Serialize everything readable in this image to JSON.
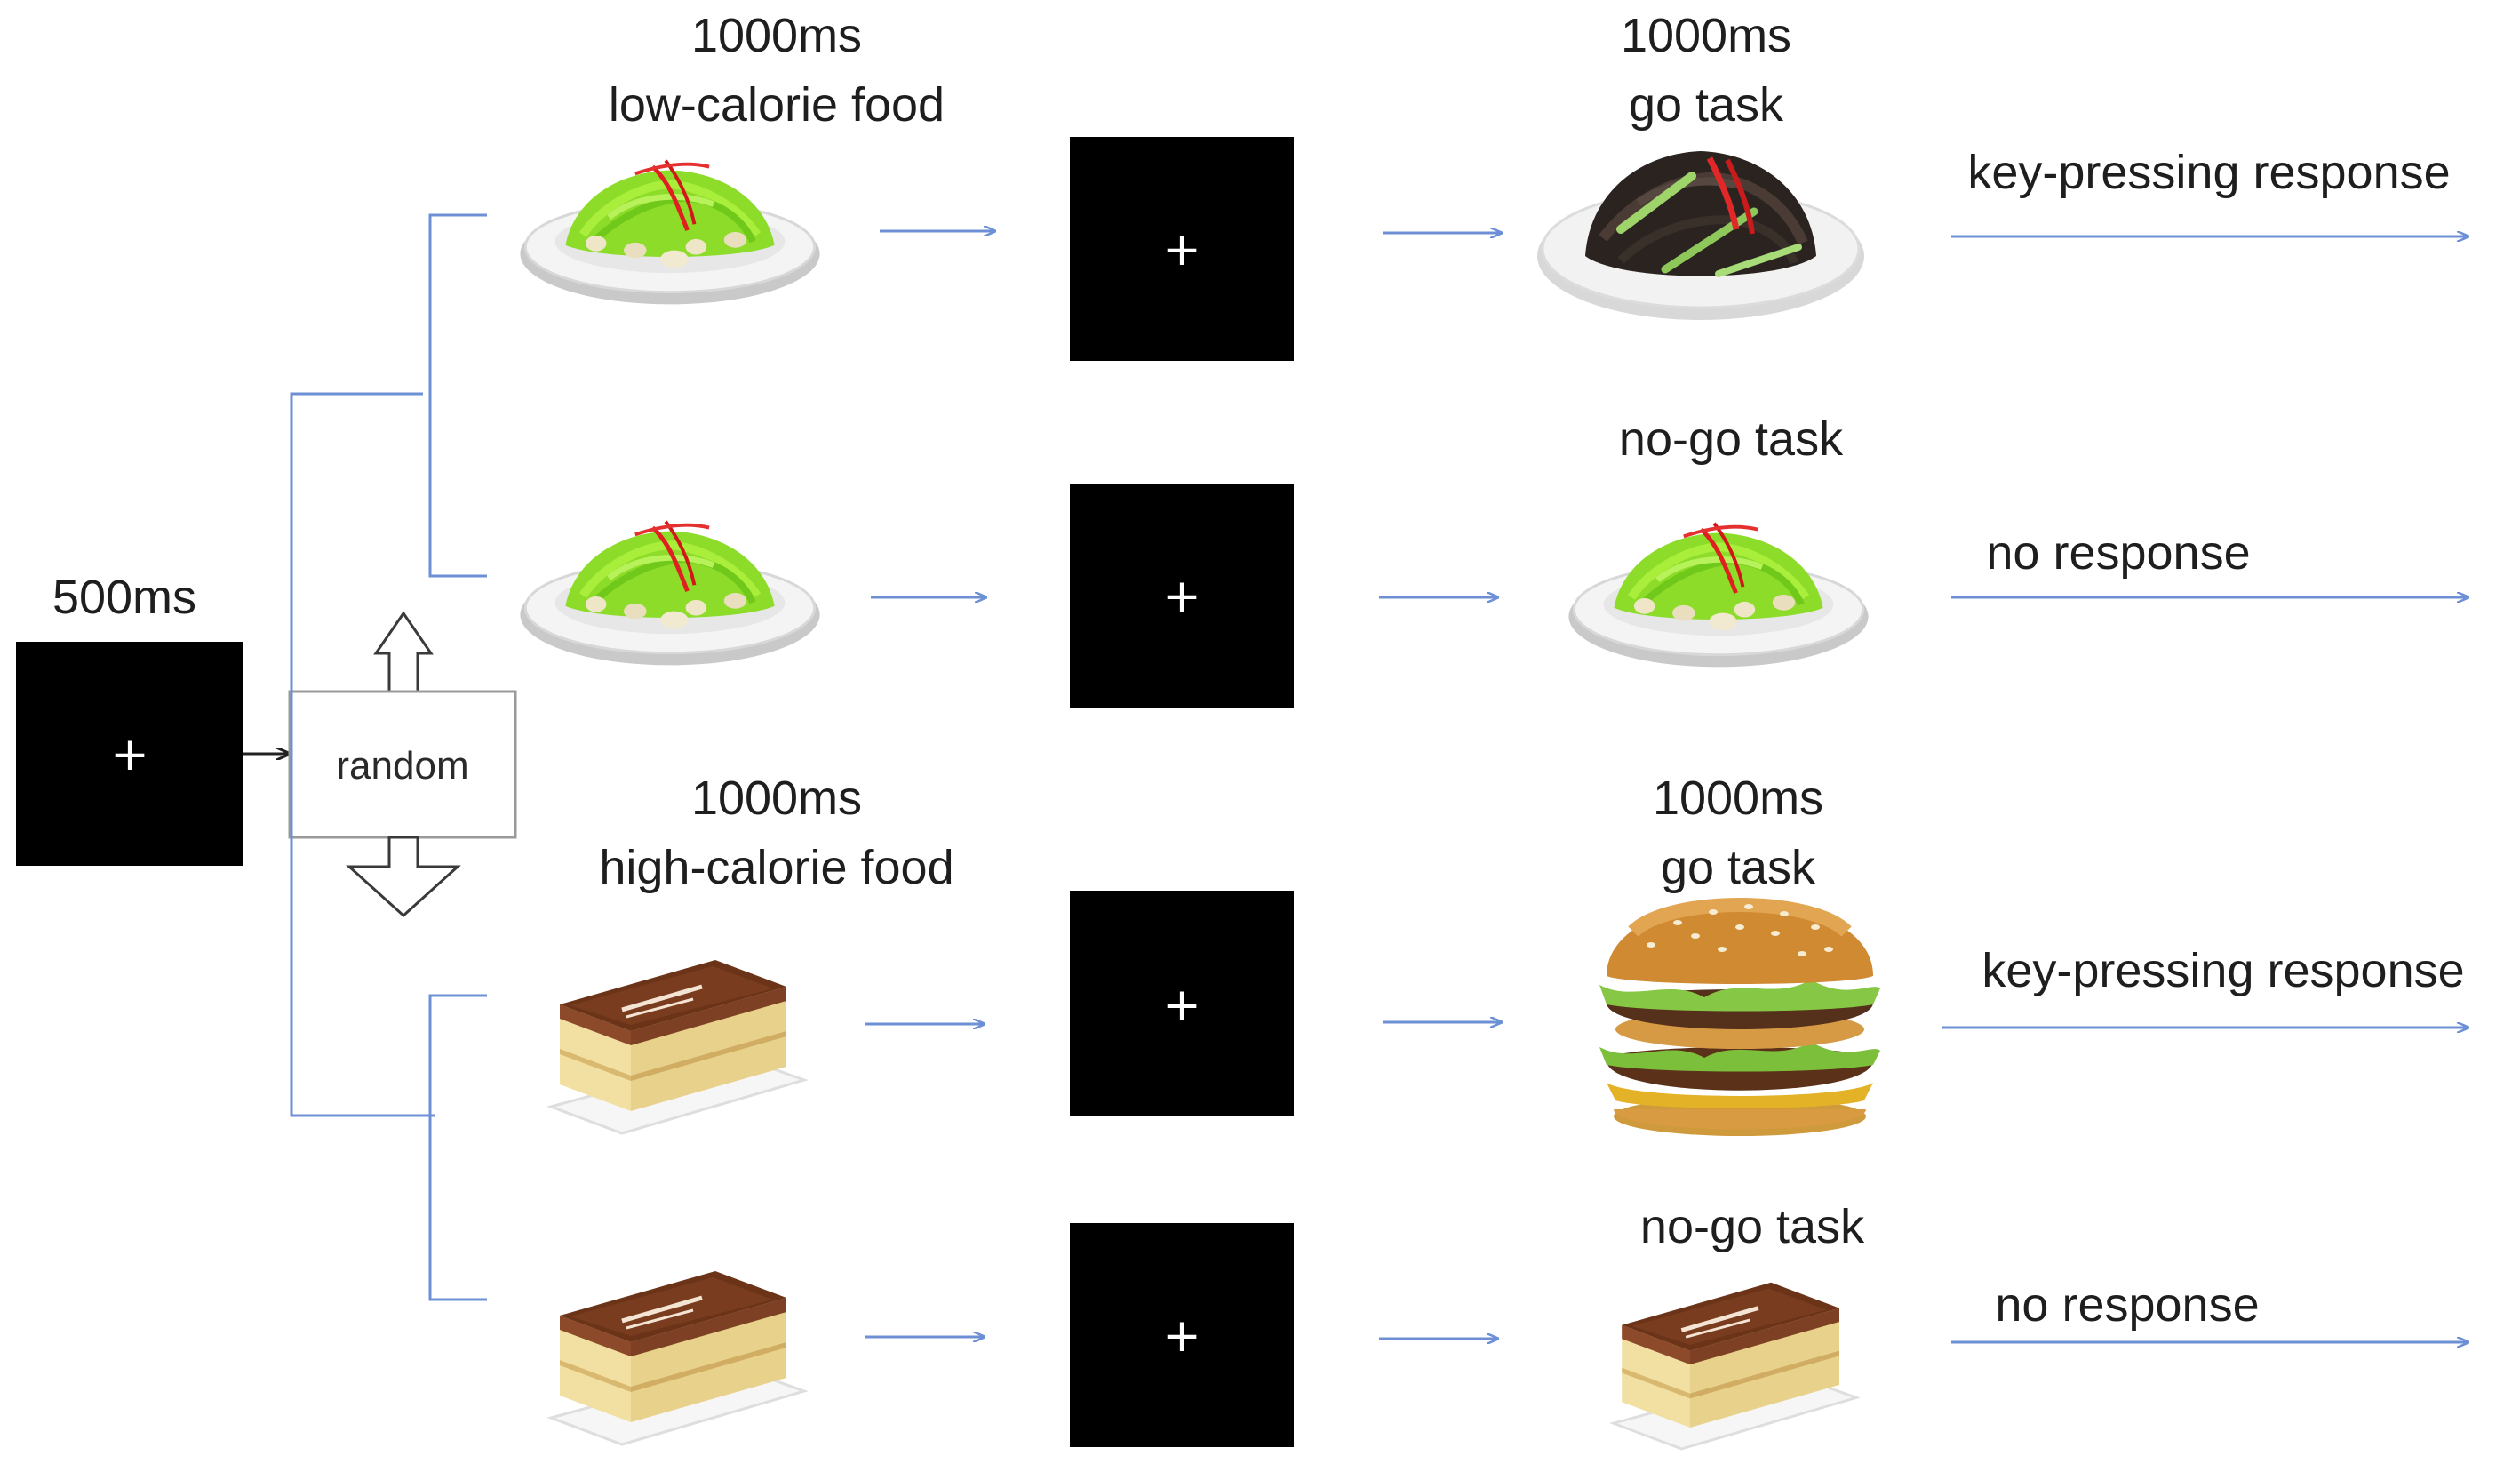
{
  "fixation": {
    "duration": "500ms",
    "symbol": "+"
  },
  "random_label": "random",
  "low_calorie_header": {
    "duration": "1000ms",
    "label": "low-calorie food"
  },
  "high_calorie_header": {
    "duration": "1000ms",
    "label": "high-calorie food"
  },
  "rows": [
    {
      "task_duration": "1000ms",
      "task": "go task",
      "response": "key-pressing response",
      "cue_food": "vegetable salad",
      "target_food": "fungus salad"
    },
    {
      "task_duration": "",
      "task": "no-go task",
      "response": "no response",
      "cue_food": "vegetable salad",
      "target_food": "vegetable salad"
    },
    {
      "task_duration": "1000ms",
      "task": "go task",
      "response": "key-pressing response",
      "cue_food": "tiramisu cake",
      "target_food": "hamburger"
    },
    {
      "task_duration": "",
      "task": "no-go task",
      "response": "no response",
      "cue_food": "tiramisu cake",
      "target_food": "tiramisu cake"
    }
  ],
  "colors": {
    "arrow": "#6d8fd6",
    "bracket": "#6d8fd6",
    "screen": "#000000",
    "cross": "#ffffff"
  }
}
